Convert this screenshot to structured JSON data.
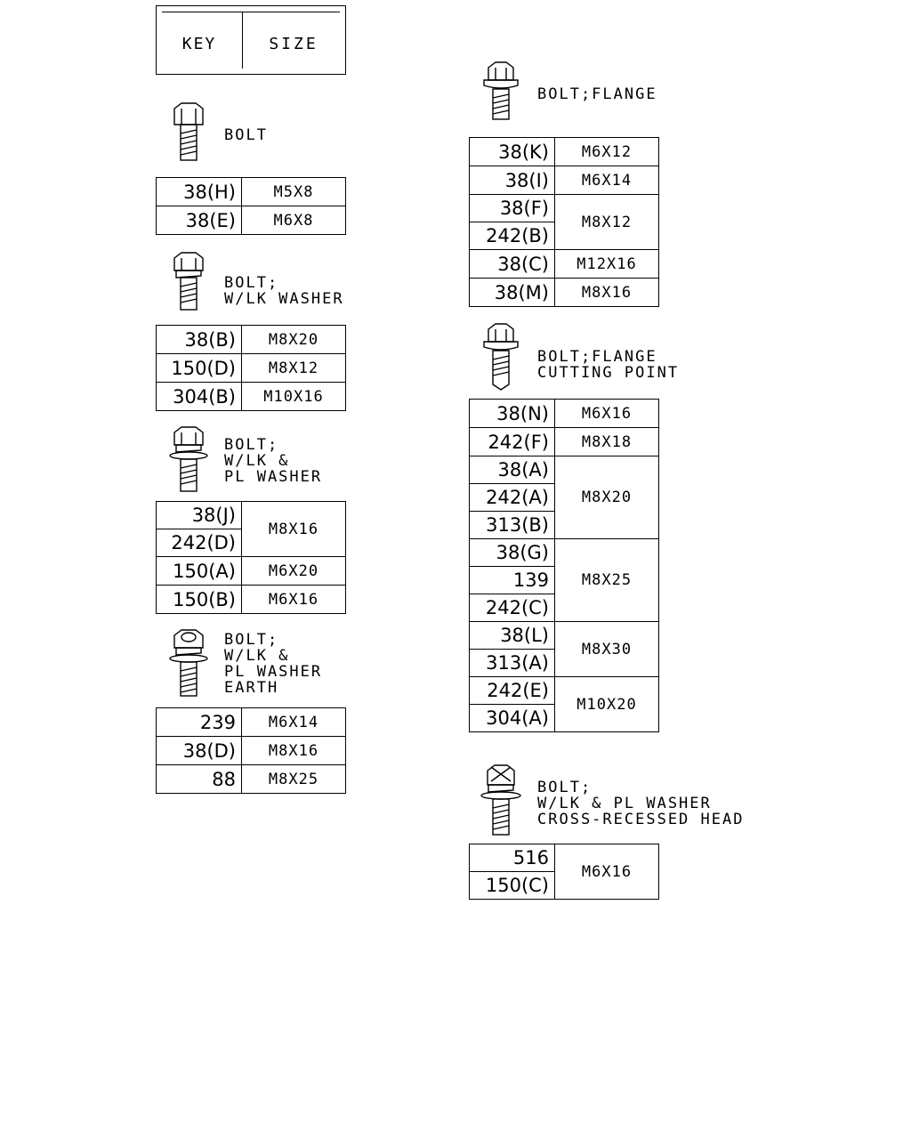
{
  "legend": {
    "key": "KEY",
    "size": "SIZE"
  },
  "groups": [
    {
      "label": [
        "BOLT"
      ],
      "icon": "hex-bolt-icon",
      "rows": [
        {
          "keys": [
            "38(H)"
          ],
          "size": "M5X8"
        },
        {
          "keys": [
            "38(E)"
          ],
          "size": "M6X8"
        }
      ]
    },
    {
      "label": [
        "BOLT;",
        "W/LK WASHER"
      ],
      "icon": "hex-bolt-lock-washer-icon",
      "rows": [
        {
          "keys": [
            "38(B)"
          ],
          "size": "M8X20"
        },
        {
          "keys": [
            "150(D)"
          ],
          "size": "M8X12"
        },
        {
          "keys": [
            "304(B)"
          ],
          "size": "M10X16"
        }
      ]
    },
    {
      "label": [
        "BOLT;",
        "W/LK &",
        "PL WASHER"
      ],
      "icon": "hex-bolt-lock-plain-washer-icon",
      "rows": [
        {
          "keys": [
            "38(J)",
            "242(D)"
          ],
          "size": "M8X16"
        },
        {
          "keys": [
            "150(A)"
          ],
          "size": "M6X20"
        },
        {
          "keys": [
            "150(B)"
          ],
          "size": "M6X16"
        }
      ]
    },
    {
      "label": [
        "BOLT;",
        "W/LK &",
        "PL WASHER",
        "EARTH"
      ],
      "icon": "earth-bolt-icon",
      "rows": [
        {
          "keys": [
            "239"
          ],
          "size": "M6X14"
        },
        {
          "keys": [
            "38(D)"
          ],
          "size": "M8X16"
        },
        {
          "keys": [
            "88"
          ],
          "size": "M8X25"
        }
      ]
    },
    {
      "label": [
        "BOLT;FLANGE"
      ],
      "icon": "flange-bolt-icon",
      "rows": [
        {
          "keys": [
            "38(K)"
          ],
          "size": "M6X12"
        },
        {
          "keys": [
            "38(I)"
          ],
          "size": "M6X14"
        },
        {
          "keys": [
            "38(F)",
            "242(B)"
          ],
          "size": "M8X12"
        },
        {
          "keys": [
            "38(C)"
          ],
          "size": "M12X16"
        },
        {
          "keys": [
            "38(M)"
          ],
          "size": "M8X16"
        }
      ]
    },
    {
      "label": [
        "BOLT;FLANGE",
        "CUTTING POINT"
      ],
      "icon": "flange-bolt-cutting-point-icon",
      "rows": [
        {
          "keys": [
            "38(N)"
          ],
          "size": "M6X16"
        },
        {
          "keys": [
            "242(F)"
          ],
          "size": "M8X18"
        },
        {
          "keys": [
            "38(A)",
            "242(A)",
            "313(B)"
          ],
          "size": "M8X20"
        },
        {
          "keys": [
            "38(G)",
            "139",
            "242(C)"
          ],
          "size": "M8X25"
        },
        {
          "keys": [
            "38(L)",
            "313(A)"
          ],
          "size": "M8X30"
        },
        {
          "keys": [
            "242(E)",
            "304(A)"
          ],
          "size": "M10X20"
        }
      ]
    },
    {
      "label": [
        "BOLT;",
        "W/LK & PL WASHER",
        "CROSS-RECESSED HEAD"
      ],
      "icon": "cross-recessed-bolt-icon",
      "rows": [
        {
          "keys": [
            "516",
            "150(C)"
          ],
          "size": "M6X16"
        }
      ]
    }
  ]
}
